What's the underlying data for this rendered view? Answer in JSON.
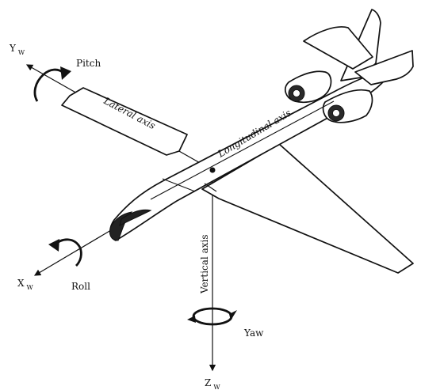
{
  "labels": {
    "yw_main": "Y",
    "yw_sub": "W",
    "pitch": "Pitch",
    "lateral_axis": "Lateral axis",
    "longitudinal_axis": "Longitudinal axis",
    "vertical_axis": "Vertical axis",
    "xw_main": "X",
    "xw_sub": "W",
    "roll": "Roll",
    "yaw": "Yaw",
    "zw_main": "Z",
    "zw_sub": "W"
  }
}
